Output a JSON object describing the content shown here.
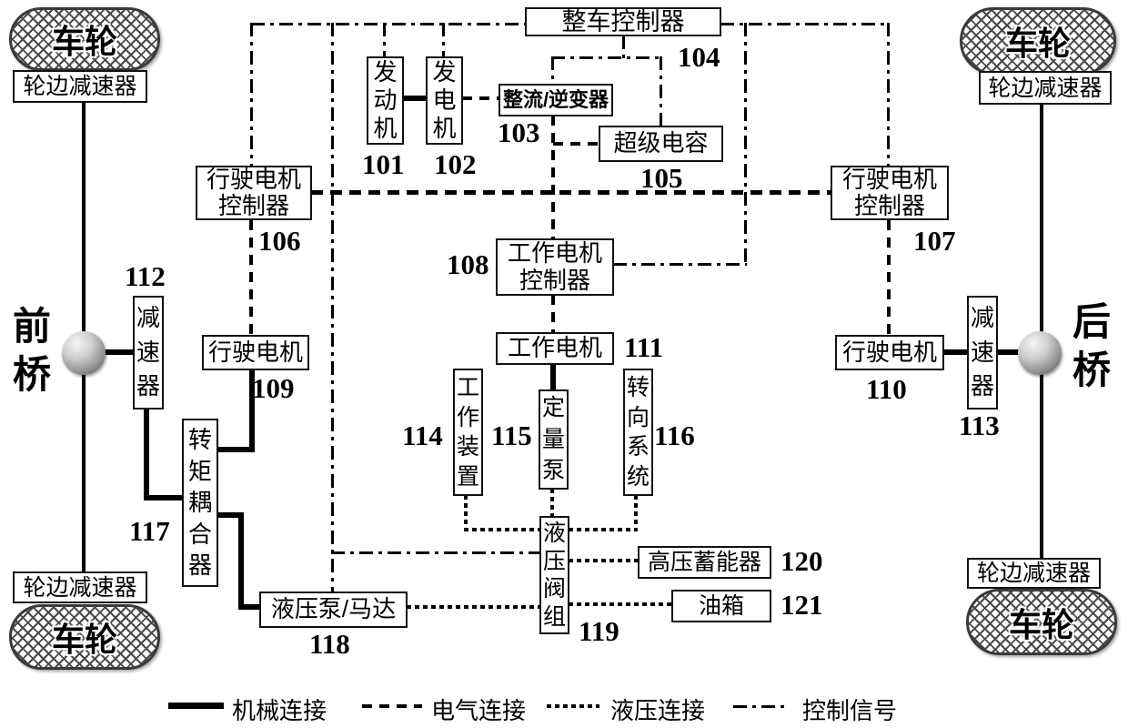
{
  "diagram": {
    "boxes": {
      "vcu": {
        "label": "整车控制器",
        "ref": "104"
      },
      "engine": {
        "label": "发动机",
        "ref": "101"
      },
      "generator": {
        "label": "发电机",
        "ref": "102"
      },
      "rectifier_inverter": {
        "label": "整流/逆变器",
        "ref": "103"
      },
      "supercapacitor": {
        "label": "超级电容",
        "ref": "105"
      },
      "traction_motor_controller_left": {
        "label": "行驶电机控制器",
        "ref": "106"
      },
      "traction_motor_controller_right": {
        "label": "行驶电机控制器",
        "ref": "107"
      },
      "work_motor_controller": {
        "label": "工作电机控制器",
        "ref": "108"
      },
      "traction_motor_left": {
        "label": "行驶电机",
        "ref": "109"
      },
      "traction_motor_right": {
        "label": "行驶电机",
        "ref": "110"
      },
      "work_motor": {
        "label": "工作电机",
        "ref": "111"
      },
      "reducer_left": {
        "label": "减速器",
        "ref": "112"
      },
      "reducer_right": {
        "label": "减速器",
        "ref": "113"
      },
      "work_device": {
        "label": "工作装置",
        "ref": "114"
      },
      "fixed_displacement_pump": {
        "label": "定量泵",
        "ref": "115"
      },
      "steering_system": {
        "label": "转向系统",
        "ref": "116"
      },
      "torque_coupler": {
        "label": "转矩耦合器",
        "ref": "117"
      },
      "hydraulic_pump_motor": {
        "label": "液压泵/马达",
        "ref": "118"
      },
      "hydraulic_valve_group": {
        "label": "液压阀组",
        "ref": "119"
      },
      "hp_accumulator": {
        "label": "高压蓄能器",
        "ref": "120"
      },
      "oil_tank": {
        "label": "油箱",
        "ref": "121"
      }
    },
    "wheel_label": "车轮",
    "hub_reducer_label": "轮边减速器",
    "axles": {
      "front": "前桥",
      "rear": "后桥"
    },
    "legend": {
      "mechanical": "机械连接",
      "electrical": "电气连接",
      "hydraulic": "液压连接",
      "control": "控制信号"
    },
    "colors": {
      "line": "#000000",
      "background": "#ffffff"
    }
  }
}
